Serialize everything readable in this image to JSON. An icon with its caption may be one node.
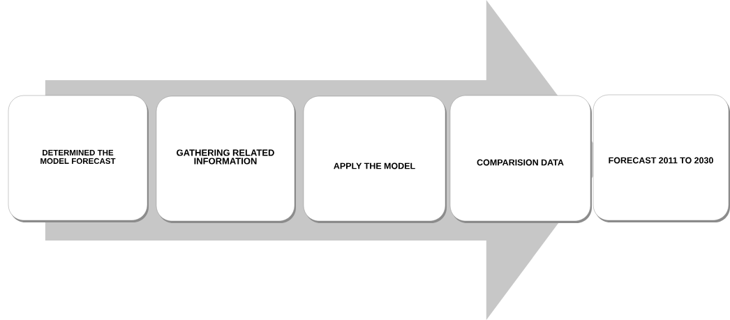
{
  "diagram": {
    "nodes": [
      {
        "text": [
          "DETERMINED THE MODEL FORECAST"
        ]
      },
      {
        "text": [
          "GATHERING RELATED INFORMATION"
        ]
      },
      {
        "text": [
          "APPLY THE MODEL"
        ]
      },
      {
        "text": [
          "COMPARISION DATA"
        ]
      },
      {
        "text": [
          "FORECAST 2011 TO 2030"
        ]
      }
    ],
    "edges": [
      {
        "from": 0,
        "to": 4,
        "arrow": "to"
      }
    ]
  }
}
